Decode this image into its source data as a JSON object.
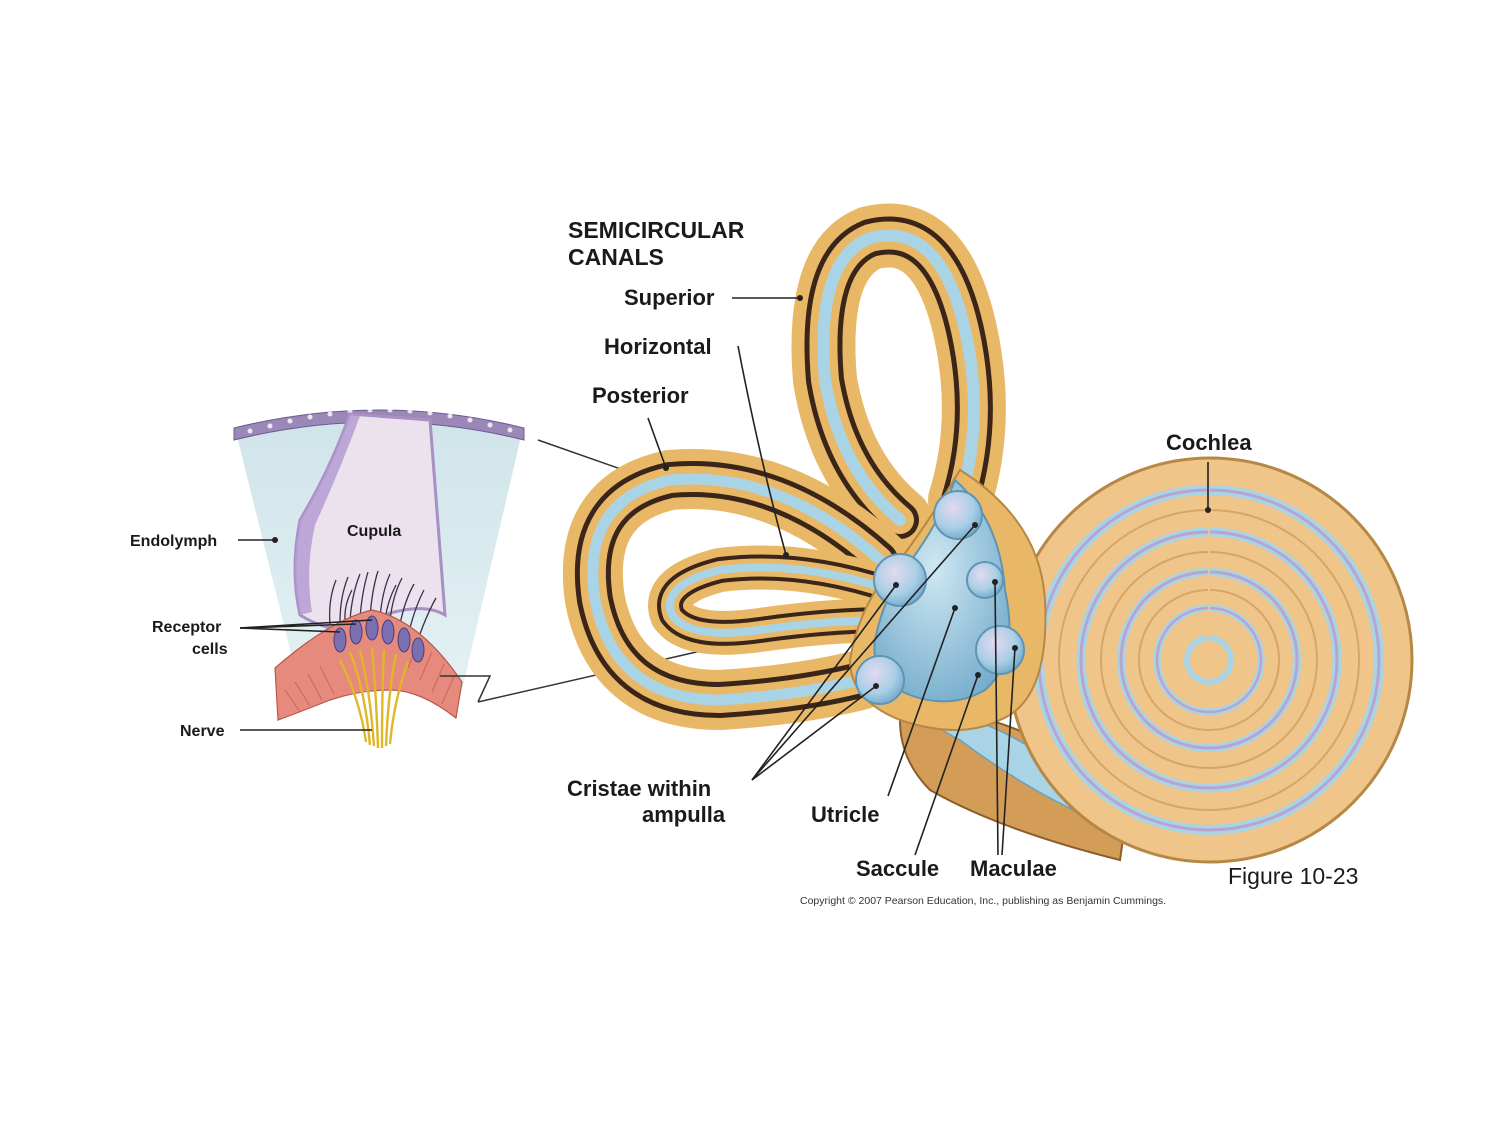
{
  "figure": {
    "heading_line1": "SEMICIRCULAR",
    "heading_line2": "CANALS",
    "figure_number": "Figure 10-23",
    "copyright": "Copyright © 2007 Pearson Education, Inc., publishing as Benjamin Cummings."
  },
  "labels": {
    "superior": "Superior",
    "horizontal": "Horizontal",
    "posterior": "Posterior",
    "cochlea": "Cochlea",
    "cristae_line1": "Cristae  within",
    "cristae_line2": "ampulla",
    "utricle": "Utricle",
    "saccule": "Saccule",
    "maculae": "Maculae"
  },
  "inset_labels": {
    "endolymph": "Endolymph",
    "cupula": "Cupula",
    "receptor_line1": "Receptor",
    "receptor_line2": "cells",
    "nerve": "Nerve"
  },
  "colors": {
    "endolymph": "#cfe6ea",
    "bone_tan": "#e9b867",
    "duct_blue": "#a9d4e6",
    "cupula": "#ece2ee",
    "cupula_edge": "#a98fc4",
    "tissue": "#e58a7c",
    "nerve": "#e9c23b",
    "dark_band": "#3a2518"
  }
}
